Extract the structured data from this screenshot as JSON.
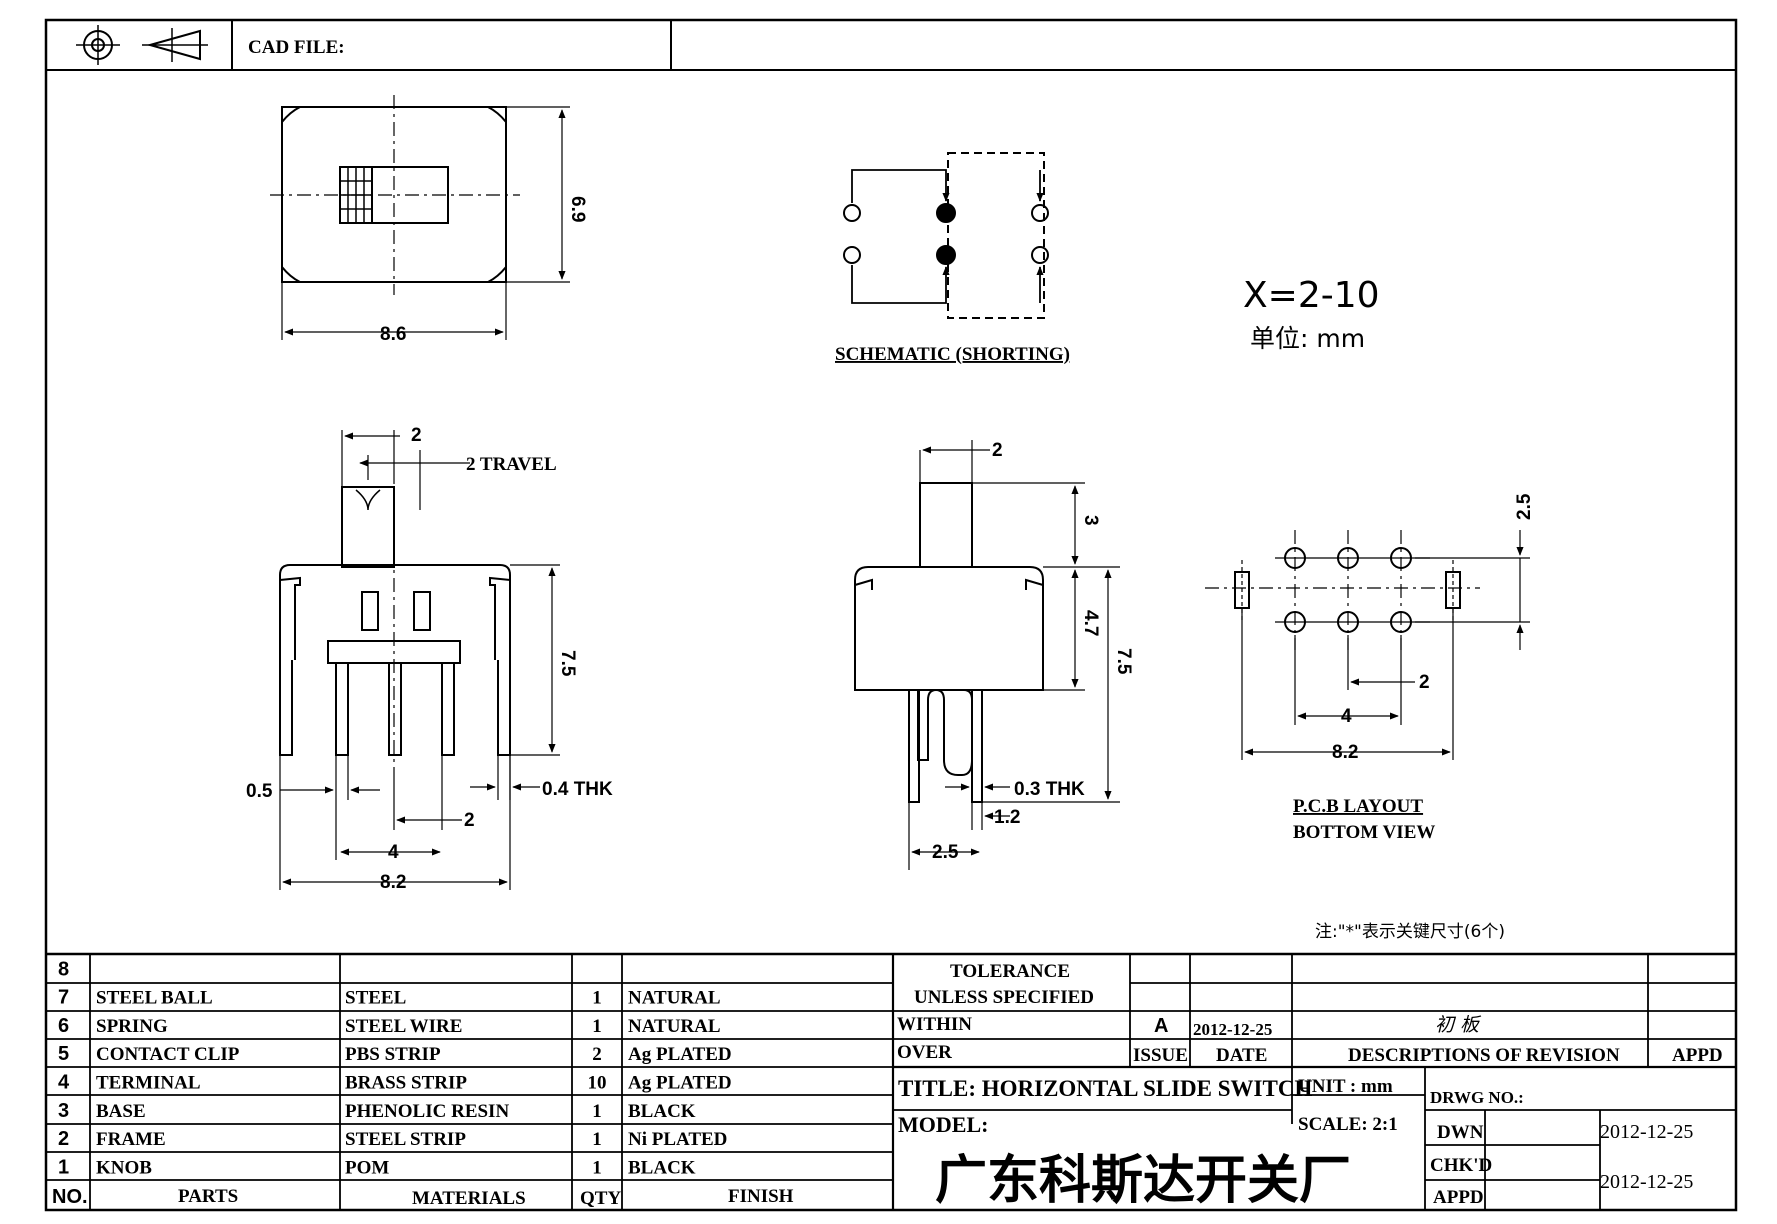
{
  "header": {
    "cad_file_label": "CAD FILE:"
  },
  "notes": {
    "range": "X=2-10",
    "unit": "单位:  mm",
    "key_note": "注:\"*\"表示关键尺寸(6个)"
  },
  "labels": {
    "schematic": "SCHEMATIC (SHORTING)",
    "pcb_title": "P.C.B LAYOUT",
    "pcb_sub": "BOTTOM VIEW"
  },
  "dimensions": {
    "top_width": "8.6",
    "top_height": "6.9",
    "knob_width": "2",
    "travel": "2 TRAVEL",
    "front_height": "7.5",
    "pin_width": "0.5",
    "thickness_front": "0.4 THK",
    "pin_pitch": "2",
    "pin_span": "4",
    "front_width": "8.2",
    "side_knob": "2",
    "knob_height": "3",
    "body_height": "4.7",
    "side_height": "7.5",
    "thickness_side": "0.3 THK",
    "side_offset": "1.2",
    "side_width": "2.5",
    "pcb_row": "2.5",
    "pcb_pitch": "2",
    "pcb_span": "4",
    "pcb_width": "8.2"
  },
  "bom": {
    "rows": [
      {
        "no": "8",
        "part": "",
        "material": "",
        "qty": "",
        "finish": ""
      },
      {
        "no": "7",
        "part": "STEEL BALL",
        "material": "STEEL",
        "qty": "1",
        "finish": "NATURAL"
      },
      {
        "no": "6",
        "part": "SPRING",
        "material": "STEEL WIRE",
        "qty": "1",
        "finish": "NATURAL"
      },
      {
        "no": "5",
        "part": "CONTACT CLIP",
        "material": "PBS STRIP",
        "qty": "2",
        "finish": "Ag PLATED"
      },
      {
        "no": "4",
        "part": "TERMINAL",
        "material": "BRASS STRIP",
        "qty": "10",
        "finish": "Ag PLATED"
      },
      {
        "no": "3",
        "part": "BASE",
        "material": "PHENOLIC RESIN",
        "qty": "1",
        "finish": "BLACK"
      },
      {
        "no": "2",
        "part": "FRAME",
        "material": "STEEL STRIP",
        "qty": "1",
        "finish": "Ni PLATED"
      },
      {
        "no": "1",
        "part": "KNOB",
        "material": "POM",
        "qty": "1",
        "finish": "BLACK"
      }
    ],
    "headers": {
      "no": "NO.",
      "parts": "PARTS",
      "materials": "MATERIALS",
      "qty": "QTY",
      "finish": "FINISH"
    }
  },
  "title_block": {
    "tolerance_1": "TOLERANCE",
    "tolerance_2": "UNLESS SPECIFIED",
    "within": "WITHIN",
    "over": "OVER",
    "rev_issue": "A",
    "rev_date": "2012-12-25",
    "rev_desc": "初 板",
    "issue_label": "ISSUE",
    "date_label": "DATE",
    "desc_label": "DESCRIPTIONS OF REVISION",
    "appd_label": "APPD",
    "title": "TITLE: HORIZONTAL SLIDE SWITCH",
    "unit": "UNIT : mm",
    "drwg_no": "DRWG NO.:",
    "model": "MODEL:",
    "scale": "SCALE: 2:1",
    "dwn_label": "DWN",
    "dwn_date": "2012-12-25",
    "chkd_label": "CHK'D",
    "appd_row_label": "APPD",
    "chk_date": "2012-12-25",
    "company": "广东科斯达开关厂"
  }
}
